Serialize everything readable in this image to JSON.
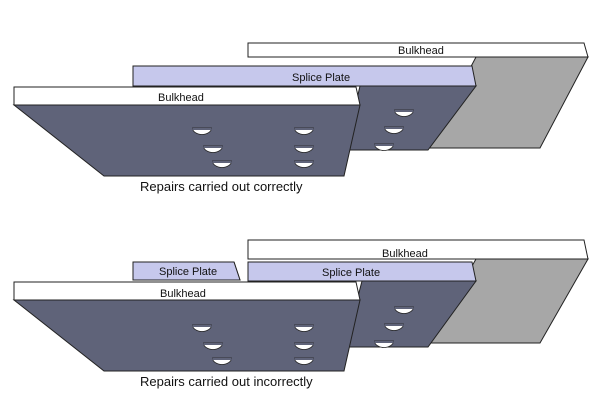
{
  "diagrams": [
    {
      "caption": "Repairs carried out correctly",
      "labels": {
        "back_bulkhead": "Bulkhead",
        "splice_plate": "Splice Plate",
        "front_bulkhead": "Bulkhead"
      }
    },
    {
      "caption": "Repairs carried out incorrectly",
      "labels": {
        "back_bulkhead": "Bulkhead",
        "splice_plate_left": "Splice Plate",
        "splice_plate_right": "Splice Plate",
        "front_bulkhead": "Bulkhead"
      }
    }
  ],
  "colors": {
    "bulkhead_top": "#ffffff",
    "bulkhead_side": "#5f6379",
    "back_face": "#a7a7a7",
    "splice_plate": "#c6c8ec",
    "outline": "#222222"
  }
}
